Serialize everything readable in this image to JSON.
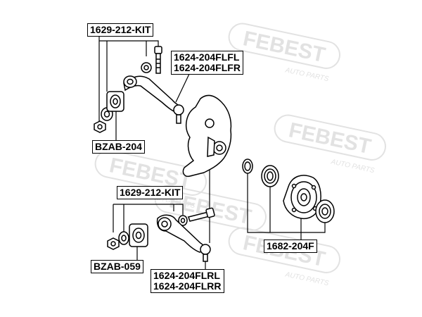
{
  "watermark": {
    "brand": "FEBEST",
    "tagline": "AUTO PARTS"
  },
  "colors": {
    "line": "#000000",
    "watermark": "#e2e2e2",
    "background": "#ffffff"
  },
  "labels": {
    "upper_arm_kit": "1629-212-KIT",
    "upper_arm_left": "1624-204FLFL",
    "upper_arm_right": "1624-204FLFR",
    "upper_bushing": "BZAB-204",
    "lower_arm_kit": "1629-212-KIT",
    "lower_bushing": "BZAB-059",
    "lower_arm_left": "1624-204FLRL",
    "lower_arm_right": "1624-204FLRR",
    "hub_assembly": "1682-204F"
  }
}
